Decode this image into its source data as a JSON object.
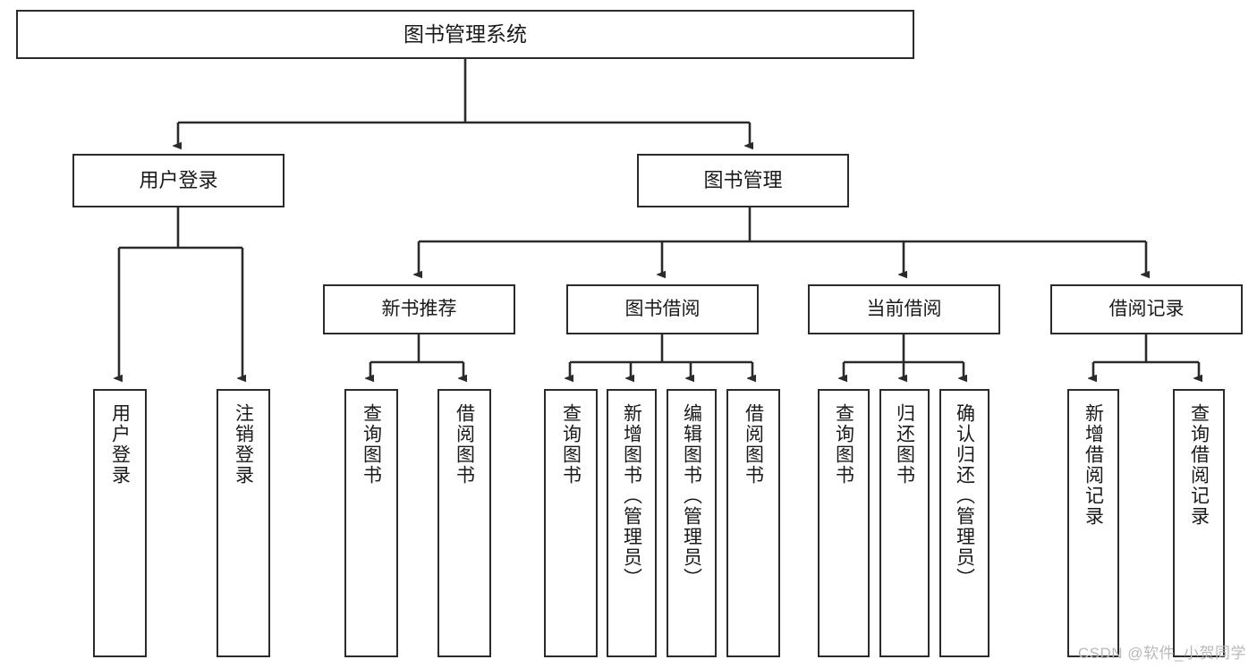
{
  "diagram": {
    "title": "图书管理系统",
    "watermark": "CSDN @软件_小贺同学",
    "colors": {
      "background": "#ffffff",
      "node_border": "#2b2b2b",
      "node_fill": "#ffffff",
      "edge": "#2b2b2b",
      "text": "#1a1a1a",
      "watermark": "#b9b9b9"
    },
    "nodes": {
      "root": {
        "label": "图书管理系统"
      },
      "level1": [
        {
          "label": "用户登录"
        },
        {
          "label": "图书管理"
        }
      ],
      "level2": [
        {
          "label": "新书推荐"
        },
        {
          "label": "图书借阅"
        },
        {
          "label": "当前借阅"
        },
        {
          "label": "借阅记录"
        }
      ],
      "leaves": {
        "user_login": [
          {
            "label": "用户登录"
          },
          {
            "label": "注销登录"
          }
        ],
        "new_book_recommend": [
          {
            "label": "查询图书"
          },
          {
            "label": "借阅图书"
          }
        ],
        "book_borrow": [
          {
            "label": "查询图书"
          },
          {
            "label": "新增图书（管理员）"
          },
          {
            "label": "编辑图书（管理员）"
          },
          {
            "label": "借阅图书"
          }
        ],
        "current_borrow": [
          {
            "label": "查询图书"
          },
          {
            "label": "归还图书"
          },
          {
            "label": "确认归还（管理员）"
          }
        ],
        "borrow_record": [
          {
            "label": "新增借阅记录"
          },
          {
            "label": "查询借阅记录"
          }
        ]
      }
    }
  }
}
